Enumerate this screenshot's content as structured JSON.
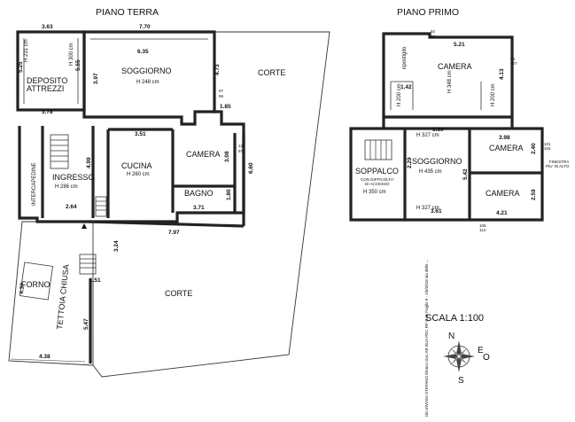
{
  "titles": {
    "ground_floor": "PIANO TERRA",
    "first_floor": "PIANO PRIMO"
  },
  "scale": "SCALA 1:100",
  "compass": {
    "n": "N",
    "s": "S",
    "e": "E",
    "o": "O"
  },
  "rooms": {
    "deposito_1": "DEPOSITO",
    "deposito_2": "ATTREZZI",
    "soggiorno_pt": "SOGGIORNO",
    "soggiorno_pt_h": "H 248 cm",
    "corte_top": "CORTE",
    "corte_bottom": "CORTE",
    "intercapedine": "INTERCAPEDINE",
    "ingresso": "INGRESSO",
    "ingresso_h": "H 286 cm",
    "cucina": "CUCINA",
    "cucina_h": "H 260 cm",
    "camera_pt": "CAMERA",
    "bagno": "BAGNO",
    "forno": "FORNO",
    "tettoia": "TETTOIA CHIUSA",
    "deposito_h": "H 231 cm",
    "deposito_h2": "H 300 cm",
    "camera_pp1": "CAMERA",
    "camera_pp1_h": "H 348 cm",
    "ripostiglio": "ripostiglio",
    "camera_pp1_h2": "H 200 cm",
    "camera_pp1_h3": "H 200 cm",
    "soppalco": "SOPPALCO",
    "soppalco_note1": "CON DIFFICOLTA'",
    "soppalco_note2": "DI ACCESSO",
    "soppalco_h": "H 350 cm",
    "soggiorno_pp": "SOGGIORNO",
    "soggiorno_pp_h": "H 435 cm",
    "soggiorno_pp_h2": "H 327 cm",
    "soggiorno_pp_h3": "H 327 cm",
    "camera_pp2": "CAMERA",
    "camera_pp3": "CAMERA",
    "finestra_1": "FINESTRA",
    "finestra_2": "PIU' IN ALTO"
  },
  "dims": {
    "d363": "3.63",
    "d770": "7.70",
    "d635": "6.35",
    "d525": "5.25",
    "d555": "5.55",
    "d378": "3.78",
    "d397": "3.97",
    "d473": "4.73",
    "d185": "1.85",
    "d351": "3.51",
    "d308": "3.08",
    "d660": "6.60",
    "d499": "4.99",
    "d180": "1.80",
    "d371": "3.71",
    "d264": "2.64",
    "d797": "7.97",
    "d324": "3.24",
    "d151": "1.51",
    "d547": "5.47",
    "d438": "4.38",
    "d437": "4.37",
    "d521": "5.21",
    "d413": "4.13",
    "d142": "1.42",
    "d389": "3.89",
    "d398": "3.98",
    "d240": "2.40",
    "d229": "2.29",
    "d542": "5.42",
    "d259": "2.59",
    "d361": "3.61",
    "d421": "4.21",
    "s97": "97",
    "s96": "96",
    "s121": "121",
    "s97b": "97",
    "s94": "94",
    "s127": "127",
    "s101": "101",
    "s104": "104",
    "s106": "106",
    "s92": "92",
    "s88": "88",
    "s113": "113"
  },
  "footer": "Dis.VIVIANI STEFANO Elenco Doc.AR BUA PEC RP CA5 Foglio 9 - 1/6/2018 via delle ..."
}
